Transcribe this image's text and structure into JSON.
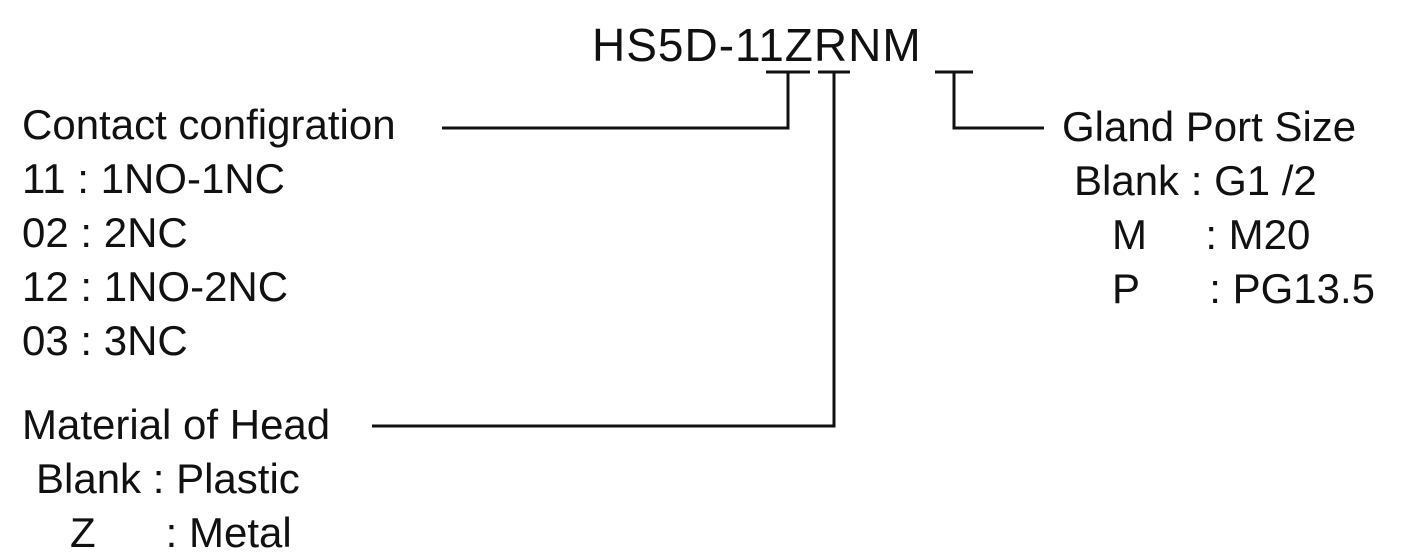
{
  "model_code": {
    "prefix": "HS5D-",
    "contact": "11",
    "head": "Z",
    "mid": "RN",
    "gland": "M"
  },
  "contact_config": {
    "title": "Contact configration",
    "options": [
      "11 : 1NO-1NC",
      "02 : 2NC",
      "12 : 1NO-2NC",
      "03 : 3NC"
    ]
  },
  "material_head": {
    "title": "Material of Head",
    "options": [
      "Blank : Plastic",
      "Z      : Metal"
    ]
  },
  "gland_port": {
    "title": "Gland Port Size",
    "options": [
      "Blank : G1 /2",
      "M     : M20",
      "P      : PG13.5"
    ]
  }
}
